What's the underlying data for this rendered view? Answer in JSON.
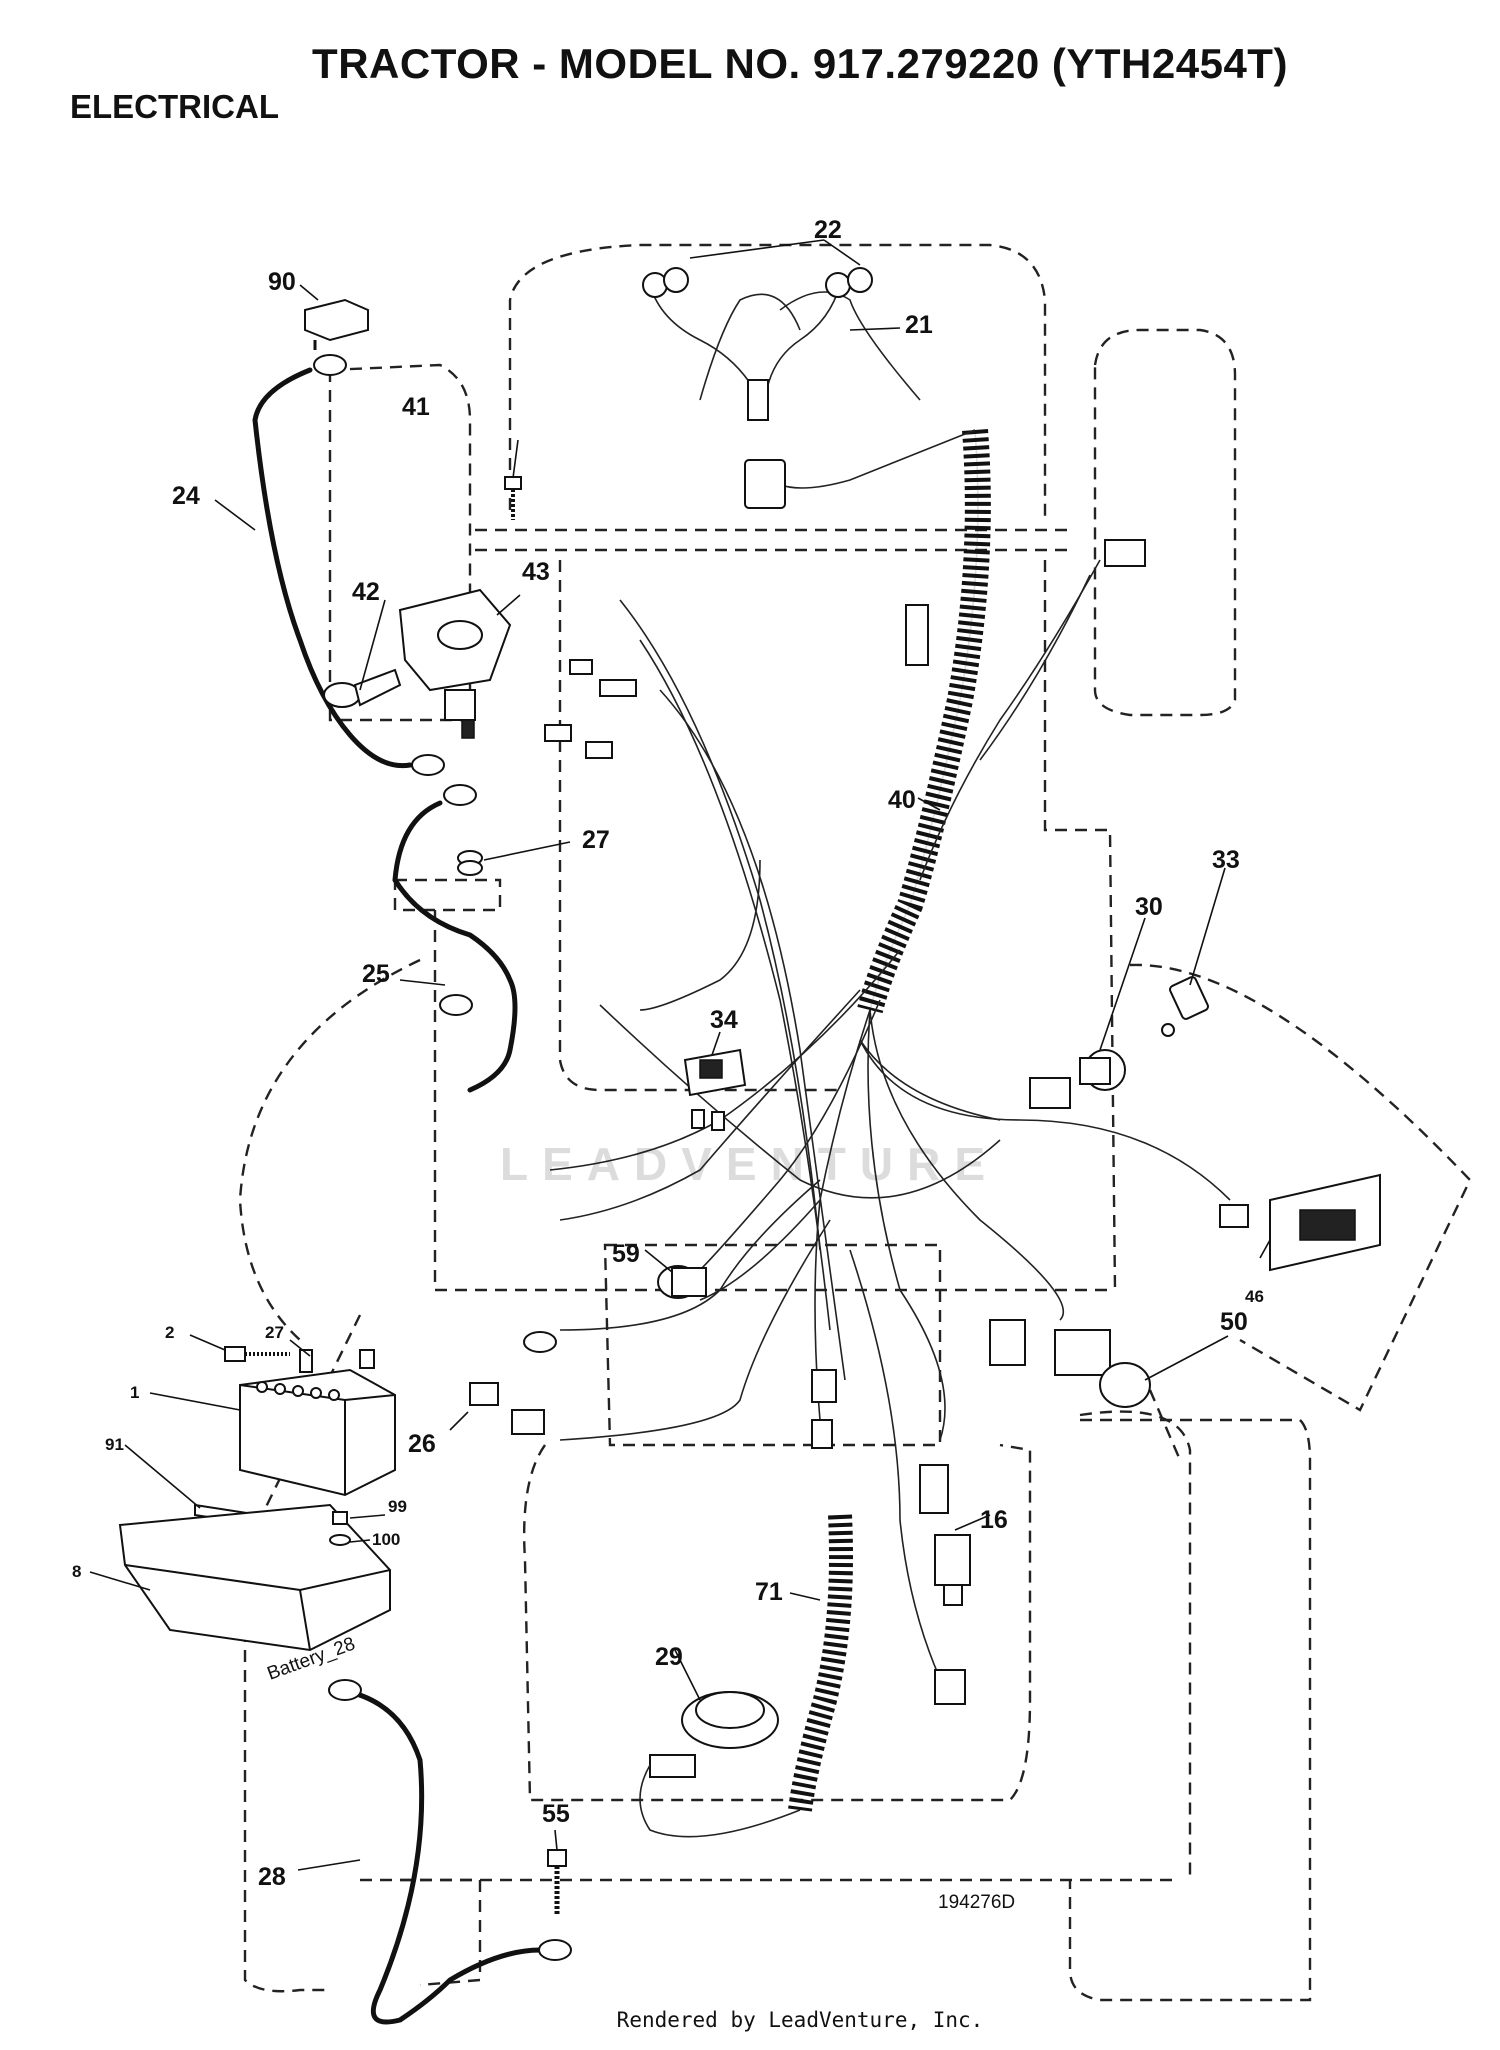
{
  "title": "TRACTOR - MODEL NO. 917.279220 (YTH2454T)",
  "section": "ELECTRICAL",
  "drawing_number": "194276D",
  "battery_label": "Battery_28",
  "watermark": "LEADVENTURE",
  "footer": "Rendered by LeadVenture, Inc.",
  "callouts": {
    "c1": "1",
    "c2": "2",
    "c8": "8",
    "c16": "16",
    "c21": "21",
    "c22": "22",
    "c24": "24",
    "c25": "25",
    "c26": "26",
    "c27a": "27",
    "c27b": "27",
    "c28": "28",
    "c29": "29",
    "c30": "30",
    "c33": "33",
    "c34": "34",
    "c40": "40",
    "c41": "41",
    "c42": "42",
    "c43": "43",
    "c46": "46",
    "c50": "50",
    "c55": "55",
    "c59": "59",
    "c71": "71",
    "c90": "90",
    "c91": "91",
    "c99": "99",
    "c100": "100"
  }
}
